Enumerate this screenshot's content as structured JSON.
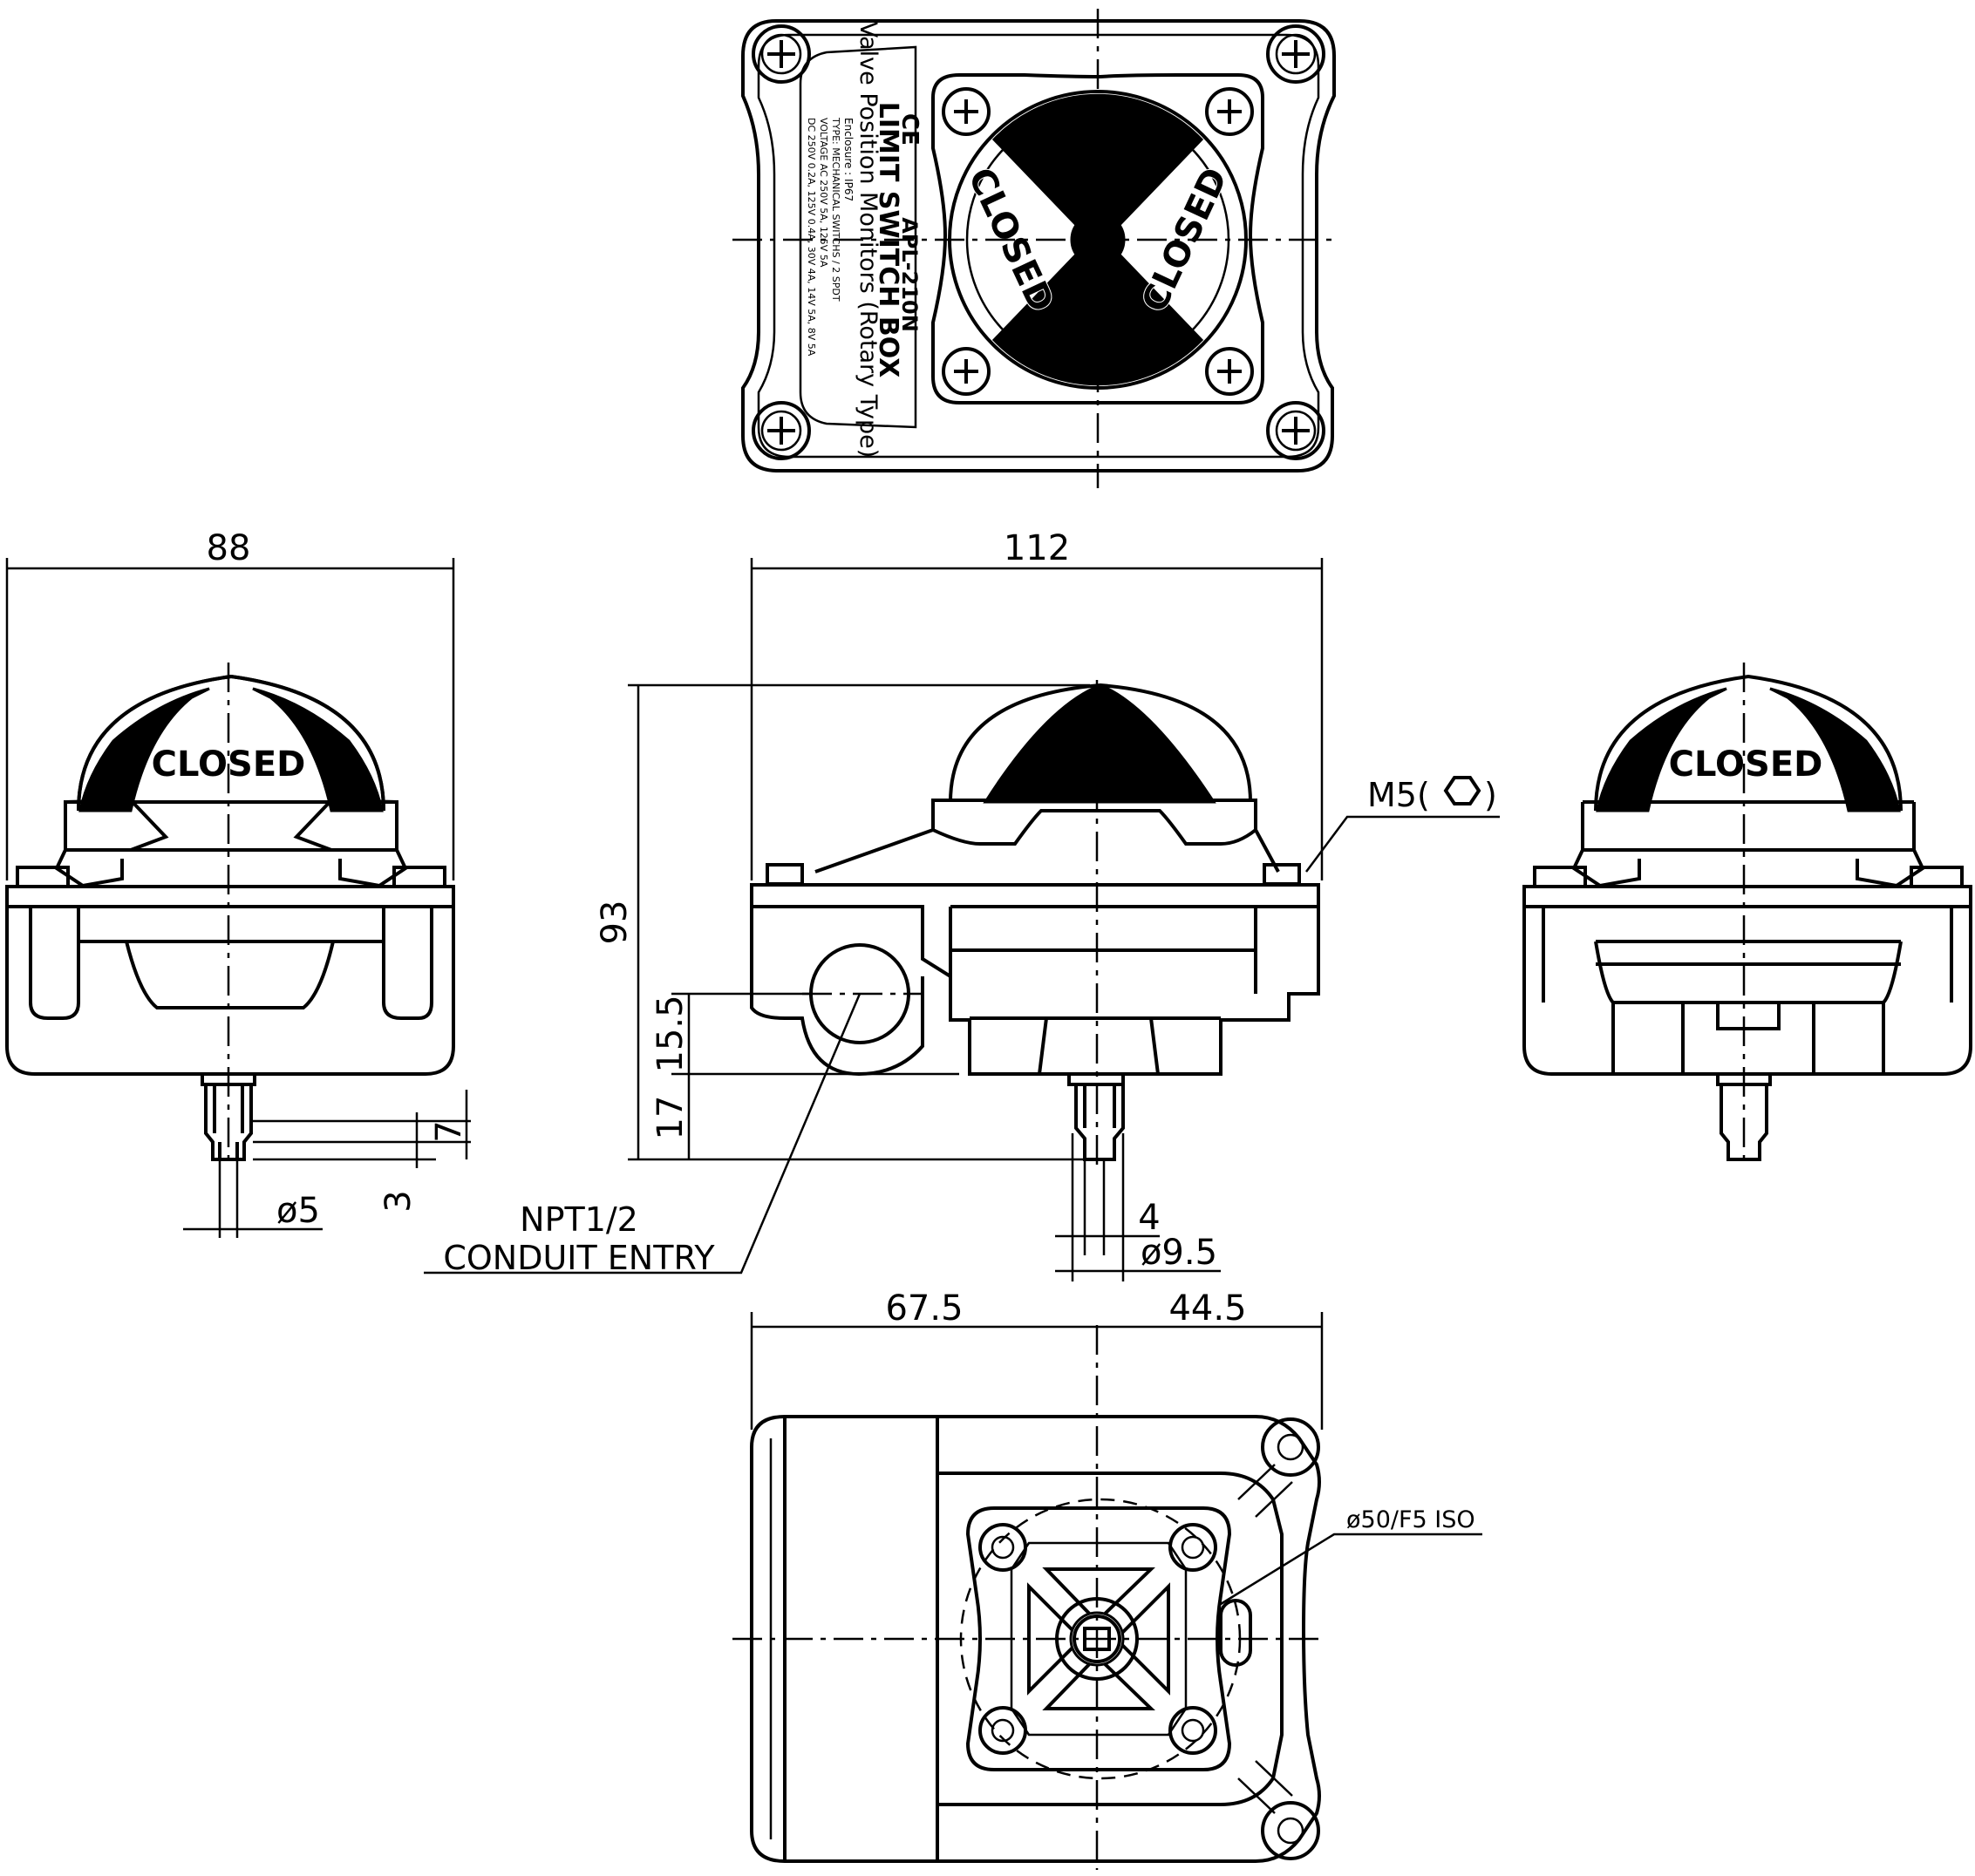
{
  "dimensions": {
    "width_left": "88",
    "width_front": "112",
    "height_total": "93",
    "conduit_height": "15.5",
    "shaft_height": "17",
    "shaft_step": "7",
    "shaft_tip": "3",
    "shaft_dia_small": "ø5",
    "shaft_flat": "4",
    "shaft_dia_large": "ø9.5",
    "bottom_left": "67.5",
    "bottom_right": "44.5"
  },
  "callouts": {
    "bolt": "M5(",
    "bolt_close": ")",
    "conduit_line1": "NPT1/2",
    "conduit_line2": "CONDUIT  ENTRY",
    "mounting": "ø50/F5  ISO"
  },
  "indicator": {
    "label": "CLOSED"
  },
  "nameplate": {
    "mark": "CE",
    "model": "APL-210N",
    "title": "LIMIT SWITCH BOX",
    "subtitle": "Valve Position Monitors (Rotary Type)",
    "enclosure": "Enclosure : IP67",
    "type": "TYPE: MECHANICAL SWITCHS  /  2 SPDT",
    "voltage": "VOLTAGE   AC 250V 5A,  125V 5A",
    "dc": "DC 250V 0.2A, 125V 0.4A, 30V 4A, 14V 5A, 8V 5A"
  }
}
